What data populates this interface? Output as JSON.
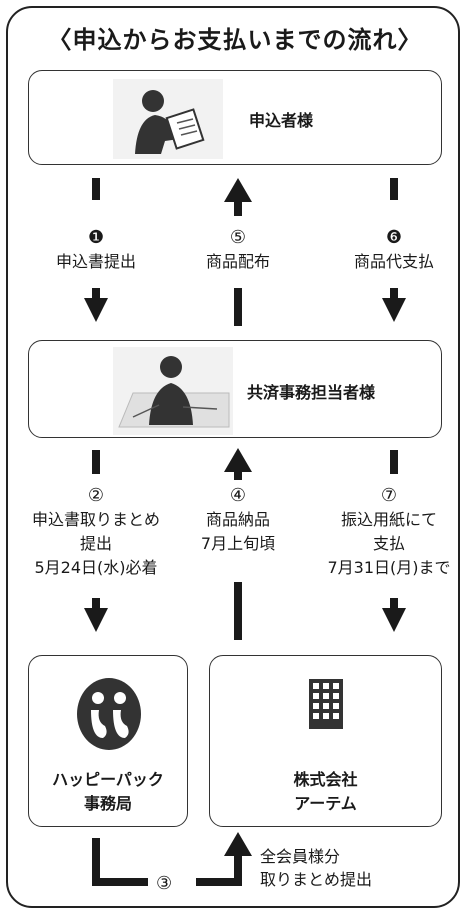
{
  "title": "〈申込からお支払いまでの流れ〉",
  "parties": {
    "applicant": "申込者様",
    "officer": "共済事務担当者様",
    "hpp_line1": "ハッピーパック",
    "hpp_line2": "事務局",
    "artem_line1": "株式会社",
    "artem_line2": "アーテム"
  },
  "steps": {
    "s1": {
      "num": "❶",
      "line1": "申込書提出"
    },
    "s5": {
      "num": "⑤",
      "line1": "商品配布"
    },
    "s6": {
      "num": "❻",
      "line1": "商品代支払"
    },
    "s2": {
      "num": "②",
      "line1": "申込書取りまとめ",
      "line2": "提出",
      "line3": "5月24日(水)必着"
    },
    "s4": {
      "num": "④",
      "line1": "商品納品",
      "line2": "7月上旬頃"
    },
    "s7": {
      "num": "⑦",
      "line1": "振込用紙にて",
      "line2": "支払",
      "line3": "7月31日(月)まで"
    },
    "s3": {
      "num": "③",
      "line1": "全会員様分",
      "line2": "取りまとめ提出"
    }
  },
  "icons": [
    "person-reading-icon",
    "person-at-desk-icon",
    "happypack-logo-icon",
    "building-icon"
  ]
}
